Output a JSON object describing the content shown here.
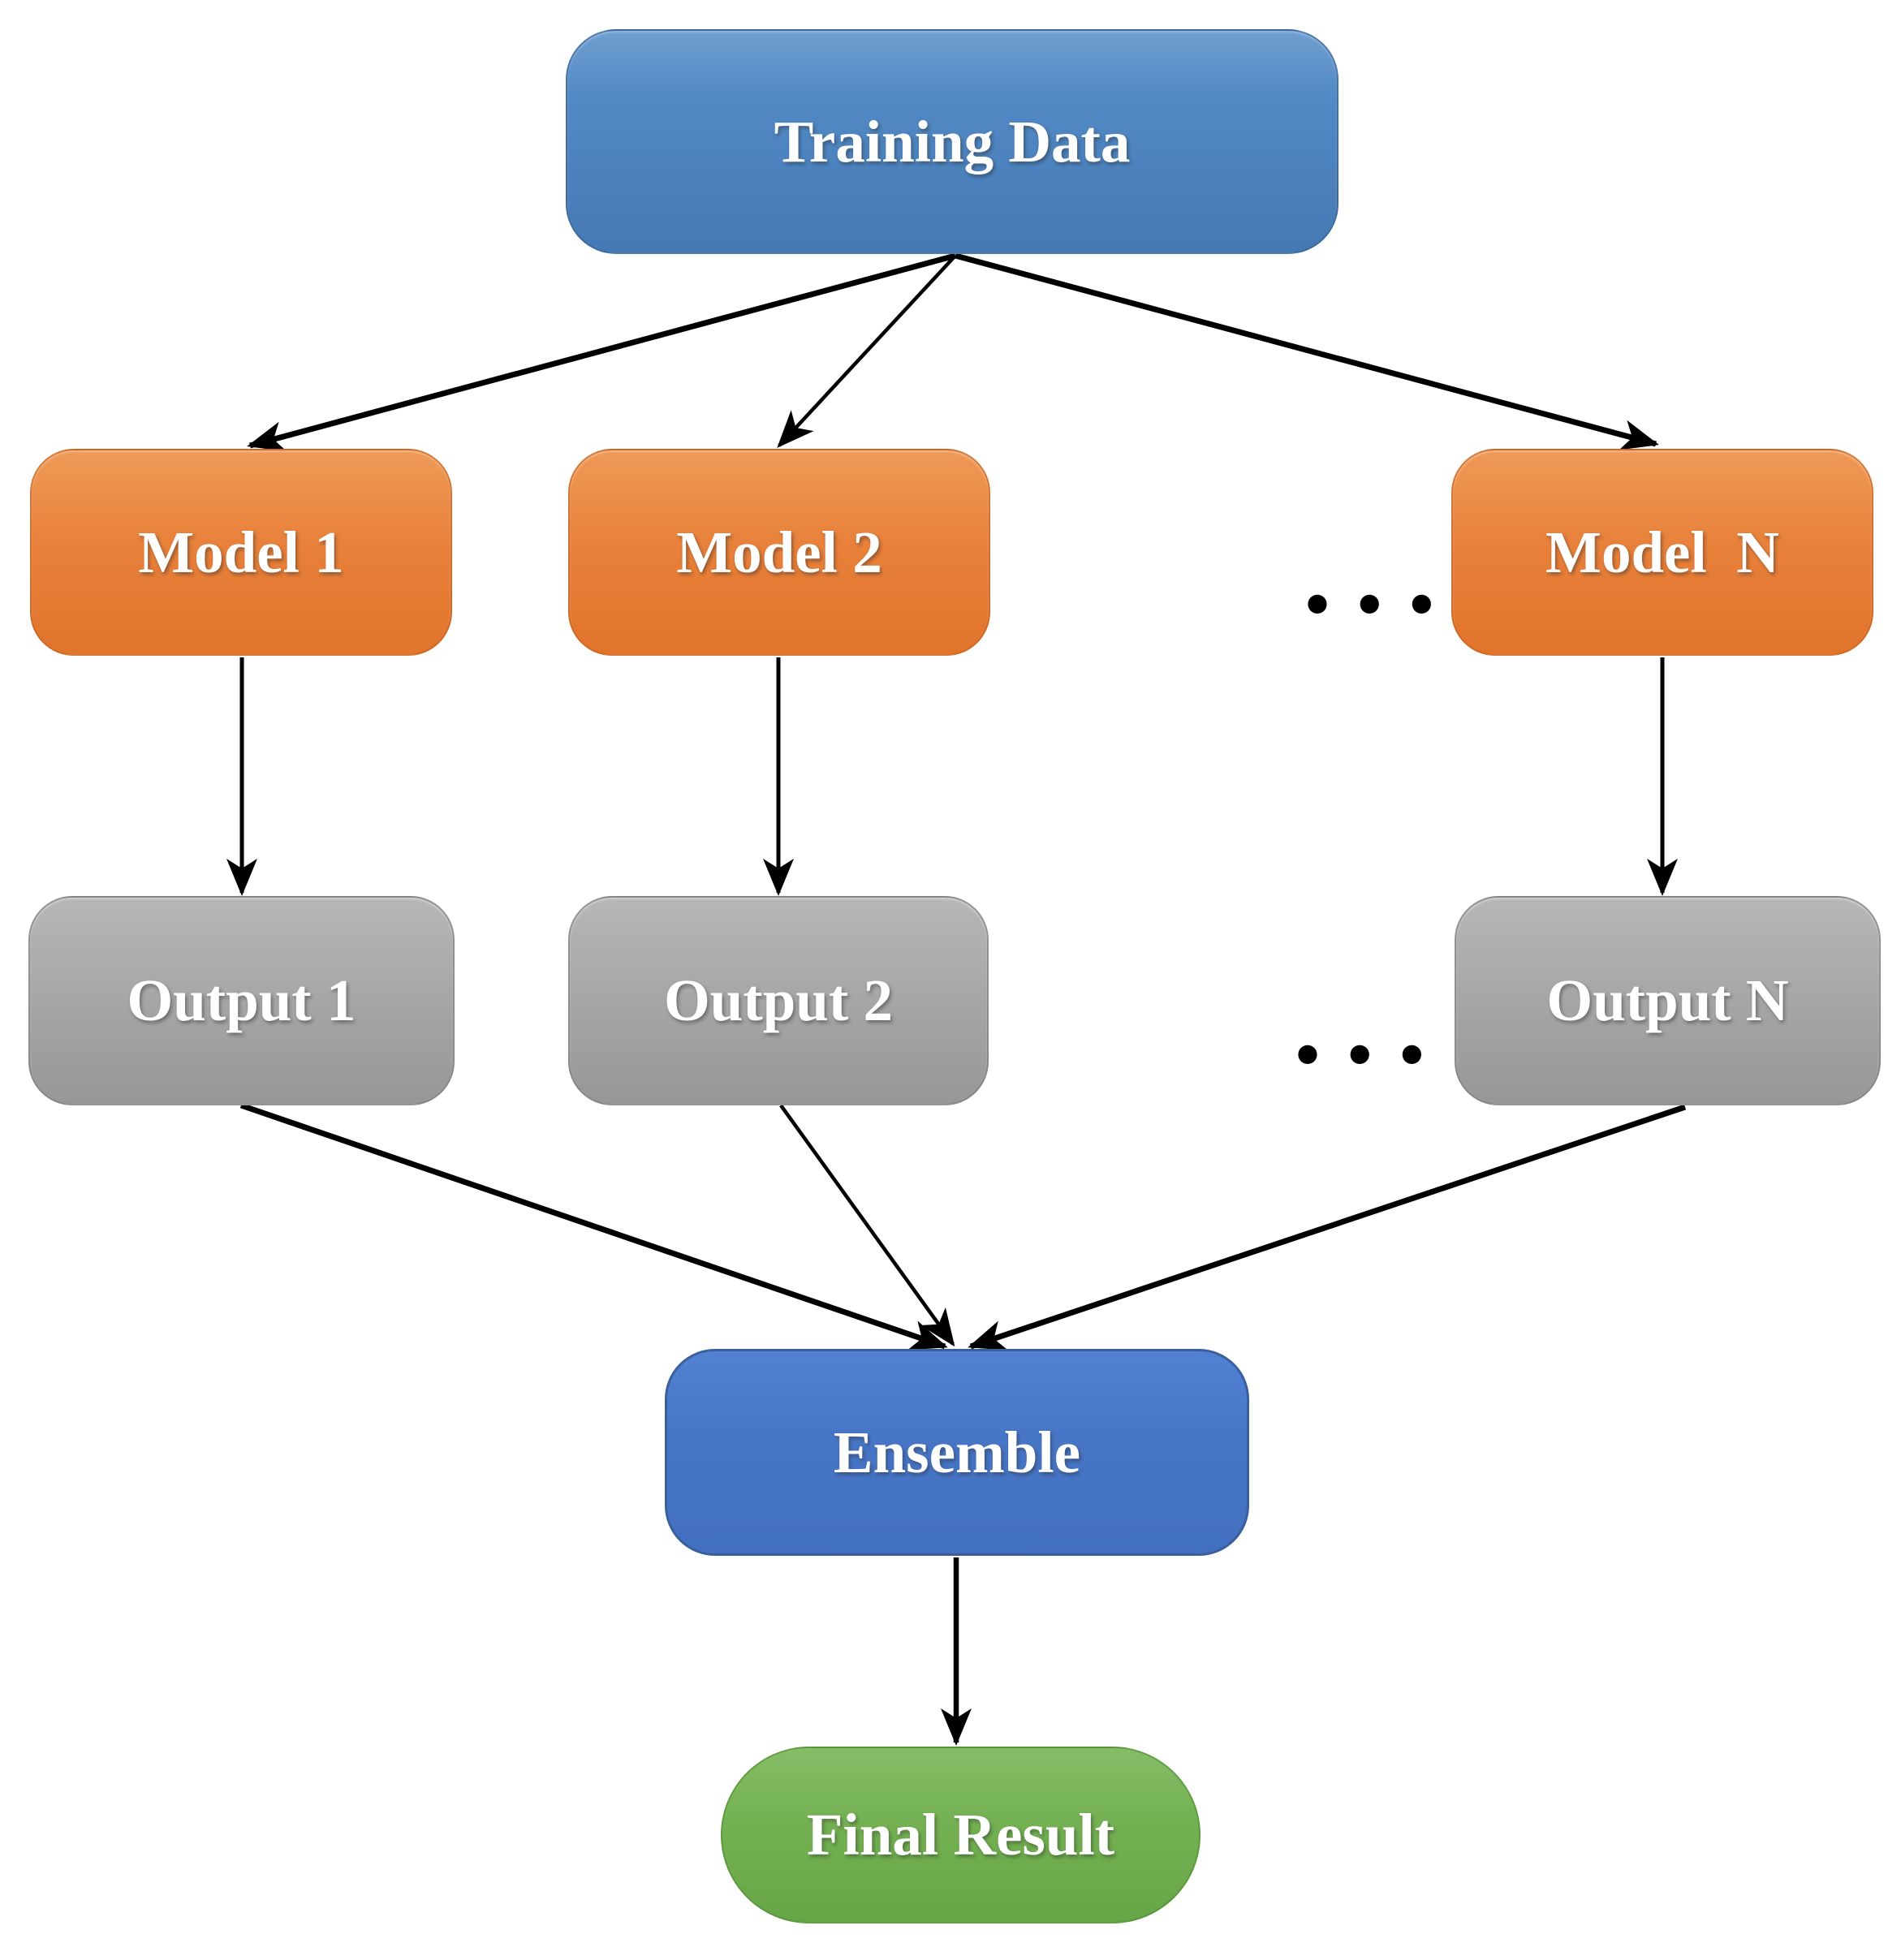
{
  "figure": {
    "type": "flow-diagram",
    "background_color": "#ffffff",
    "text_color": "#ffffff",
    "arrow_color": "#000000",
    "nodes": {
      "training_data": {
        "label": "Training Data",
        "fill": "#4f84bf",
        "shape": "rounded-rectangle"
      },
      "model_1": {
        "label": "Model 1",
        "fill": "#e8813b",
        "shape": "rounded-rectangle"
      },
      "model_2": {
        "label": "Model 2",
        "fill": "#e8813b",
        "shape": "rounded-rectangle"
      },
      "models_ellipsis": {
        "label": "•••"
      },
      "model_n": {
        "label": "Model  N",
        "fill": "#e8813b",
        "shape": "rounded-rectangle"
      },
      "output_1": {
        "label": "Output 1",
        "fill": "#a6a6a6",
        "shape": "rounded-rectangle"
      },
      "output_2": {
        "label": "Output 2",
        "fill": "#a6a6a6",
        "shape": "rounded-rectangle"
      },
      "outputs_ellipsis": {
        "label": "•••"
      },
      "output_n": {
        "label": "Output N",
        "fill": "#a6a6a6",
        "shape": "rounded-rectangle"
      },
      "ensemble": {
        "label": "Ensemble",
        "fill": "#4472c4",
        "shape": "rounded-rectangle"
      },
      "final_result": {
        "label": "Final Result",
        "fill": "#70ad47",
        "shape": "stadium"
      }
    },
    "edges": [
      {
        "from": "Training Data",
        "to": "Model 1"
      },
      {
        "from": "Training Data",
        "to": "Model 2"
      },
      {
        "from": "Training Data",
        "to": "Model  N"
      },
      {
        "from": "Model 1",
        "to": "Output 1"
      },
      {
        "from": "Model 2",
        "to": "Output 2"
      },
      {
        "from": "Model  N",
        "to": "Output N"
      },
      {
        "from": "Output 1",
        "to": "Ensemble"
      },
      {
        "from": "Output 2",
        "to": "Ensemble"
      },
      {
        "from": "Output N",
        "to": "Ensemble"
      },
      {
        "from": "Ensemble",
        "to": "Final Result"
      }
    ]
  }
}
